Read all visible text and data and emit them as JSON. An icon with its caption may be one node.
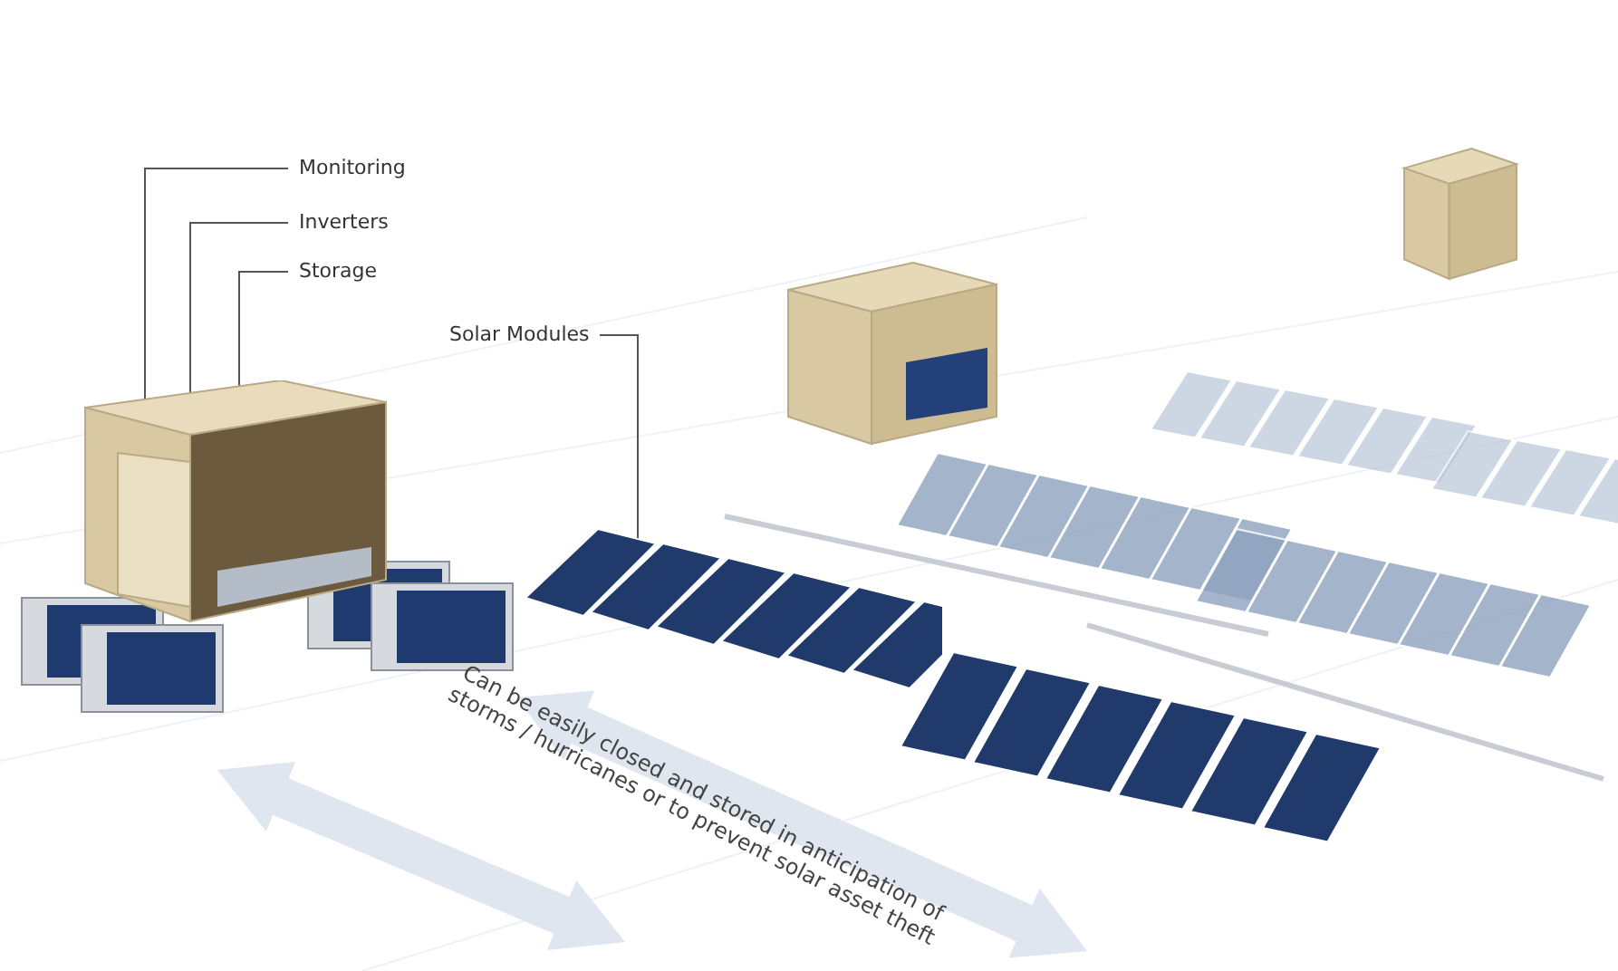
{
  "diagram": {
    "nodes": [
      {
        "text": [
          "Monitoring"
        ]
      },
      {
        "text": [
          "Inverters"
        ]
      },
      {
        "text": [
          "Storage"
        ]
      },
      {
        "text": [
          "Solar Modules"
        ]
      },
      {
        "text": [],
        "shape": "picture"
      },
      {
        "text": [],
        "shape": "picture"
      }
    ],
    "edges": [
      {
        "from": 0,
        "to": 4,
        "arrow": "none"
      },
      {
        "from": 1,
        "to": 4,
        "arrow": "none"
      },
      {
        "from": 2,
        "to": 4,
        "arrow": "none"
      },
      {
        "from": 3,
        "to": 5,
        "arrow": "none"
      }
    ],
    "labels": [
      "Can be easily closed and stored in anticipation of storms / hurricanes or to prevent solar asset theft"
    ]
  }
}
